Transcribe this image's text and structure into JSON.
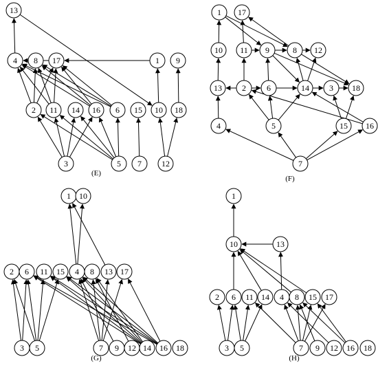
{
  "panels": [
    {
      "id": "E",
      "label": "(E)",
      "nodes": [
        "13",
        "4",
        "8",
        "17",
        "1",
        "9",
        "2",
        "11",
        "14",
        "16",
        "6",
        "15",
        "10",
        "18",
        "3",
        "5",
        "7",
        "12"
      ],
      "edges": [
        [
          "4",
          "13"
        ],
        [
          "17",
          "4"
        ],
        [
          "1",
          "17"
        ],
        [
          "18",
          "9"
        ],
        [
          "10",
          "1"
        ],
        [
          "13",
          "10"
        ],
        [
          "2",
          "4"
        ],
        [
          "2",
          "8"
        ],
        [
          "2",
          "17"
        ],
        [
          "11",
          "4"
        ],
        [
          "11",
          "8"
        ],
        [
          "11",
          "17"
        ],
        [
          "16",
          "4"
        ],
        [
          "16",
          "8"
        ],
        [
          "16",
          "17"
        ],
        [
          "6",
          "4"
        ],
        [
          "6",
          "8"
        ],
        [
          "6",
          "17"
        ],
        [
          "3",
          "2"
        ],
        [
          "3",
          "11"
        ],
        [
          "3",
          "14"
        ],
        [
          "3",
          "16"
        ],
        [
          "5",
          "2"
        ],
        [
          "5",
          "11"
        ],
        [
          "5",
          "14"
        ],
        [
          "5",
          "16"
        ],
        [
          "5",
          "6"
        ],
        [
          "7",
          "15"
        ],
        [
          "12",
          "10"
        ],
        [
          "12",
          "18"
        ]
      ]
    },
    {
      "id": "F",
      "label": "(F)",
      "nodes": [
        "1",
        "17",
        "10",
        "11",
        "9",
        "8",
        "12",
        "13",
        "2",
        "6",
        "14",
        "3",
        "18",
        "4",
        "5",
        "15",
        "16",
        "7"
      ],
      "edges": [
        [
          "10",
          "1"
        ],
        [
          "13",
          "10"
        ],
        [
          "4",
          "13"
        ],
        [
          "1",
          "9"
        ],
        [
          "1",
          "8"
        ],
        [
          "8",
          "17"
        ],
        [
          "11",
          "17"
        ],
        [
          "11",
          "9"
        ],
        [
          "9",
          "8"
        ],
        [
          "8",
          "12"
        ],
        [
          "2",
          "11"
        ],
        [
          "2",
          "13"
        ],
        [
          "2",
          "6"
        ],
        [
          "6",
          "14"
        ],
        [
          "14",
          "3"
        ],
        [
          "3",
          "18"
        ],
        [
          "9",
          "18"
        ],
        [
          "8",
          "18"
        ],
        [
          "9",
          "14"
        ],
        [
          "14",
          "12"
        ],
        [
          "6",
          "9"
        ],
        [
          "14",
          "8"
        ],
        [
          "5",
          "2"
        ],
        [
          "5",
          "6"
        ],
        [
          "5",
          "14"
        ],
        [
          "15",
          "3"
        ],
        [
          "15",
          "18"
        ],
        [
          "16",
          "2"
        ],
        [
          "16",
          "14"
        ],
        [
          "7",
          "4"
        ],
        [
          "7",
          "5"
        ],
        [
          "7",
          "15"
        ],
        [
          "7",
          "16"
        ]
      ]
    },
    {
      "id": "G",
      "label": "(G)",
      "nodes": [
        "1",
        "10",
        "2",
        "6",
        "11",
        "15",
        "4",
        "8",
        "13",
        "17",
        "3",
        "5",
        "7",
        "9",
        "12",
        "14",
        "16",
        "18"
      ],
      "edges": [
        [
          "4",
          "1"
        ],
        [
          "4",
          "10"
        ],
        [
          "13",
          "1"
        ],
        [
          "3",
          "2"
        ],
        [
          "3",
          "6"
        ],
        [
          "5",
          "2"
        ],
        [
          "5",
          "6"
        ],
        [
          "5",
          "11"
        ],
        [
          "5",
          "15"
        ],
        [
          "7",
          "4"
        ],
        [
          "7",
          "8"
        ],
        [
          "7",
          "13"
        ],
        [
          "7",
          "17"
        ],
        [
          "14",
          "6"
        ],
        [
          "14",
          "11"
        ],
        [
          "14",
          "15"
        ],
        [
          "14",
          "4"
        ],
        [
          "14",
          "8"
        ],
        [
          "16",
          "6"
        ],
        [
          "16",
          "11"
        ],
        [
          "16",
          "15"
        ],
        [
          "16",
          "4"
        ],
        [
          "16",
          "17"
        ],
        [
          "9",
          "4"
        ],
        [
          "12",
          "8"
        ]
      ]
    },
    {
      "id": "H",
      "label": "(H)",
      "nodes": [
        "1",
        "10",
        "13",
        "2",
        "6",
        "11",
        "14",
        "4",
        "8",
        "15",
        "17",
        "3",
        "5",
        "7",
        "9",
        "12",
        "16",
        "18"
      ],
      "edges": [
        [
          "10",
          "1"
        ],
        [
          "13",
          "10"
        ],
        [
          "6",
          "10"
        ],
        [
          "14",
          "10"
        ],
        [
          "8",
          "10"
        ],
        [
          "15",
          "10"
        ],
        [
          "4",
          "13"
        ],
        [
          "3",
          "2"
        ],
        [
          "5",
          "6"
        ],
        [
          "5",
          "11"
        ],
        [
          "5",
          "14"
        ],
        [
          "3",
          "6"
        ],
        [
          "7",
          "4"
        ],
        [
          "7",
          "8"
        ],
        [
          "7",
          "15"
        ],
        [
          "7",
          "17"
        ],
        [
          "7",
          "11"
        ],
        [
          "16",
          "8"
        ],
        [
          "16",
          "15"
        ],
        [
          "12",
          "4"
        ],
        [
          "9",
          "8"
        ]
      ]
    }
  ]
}
